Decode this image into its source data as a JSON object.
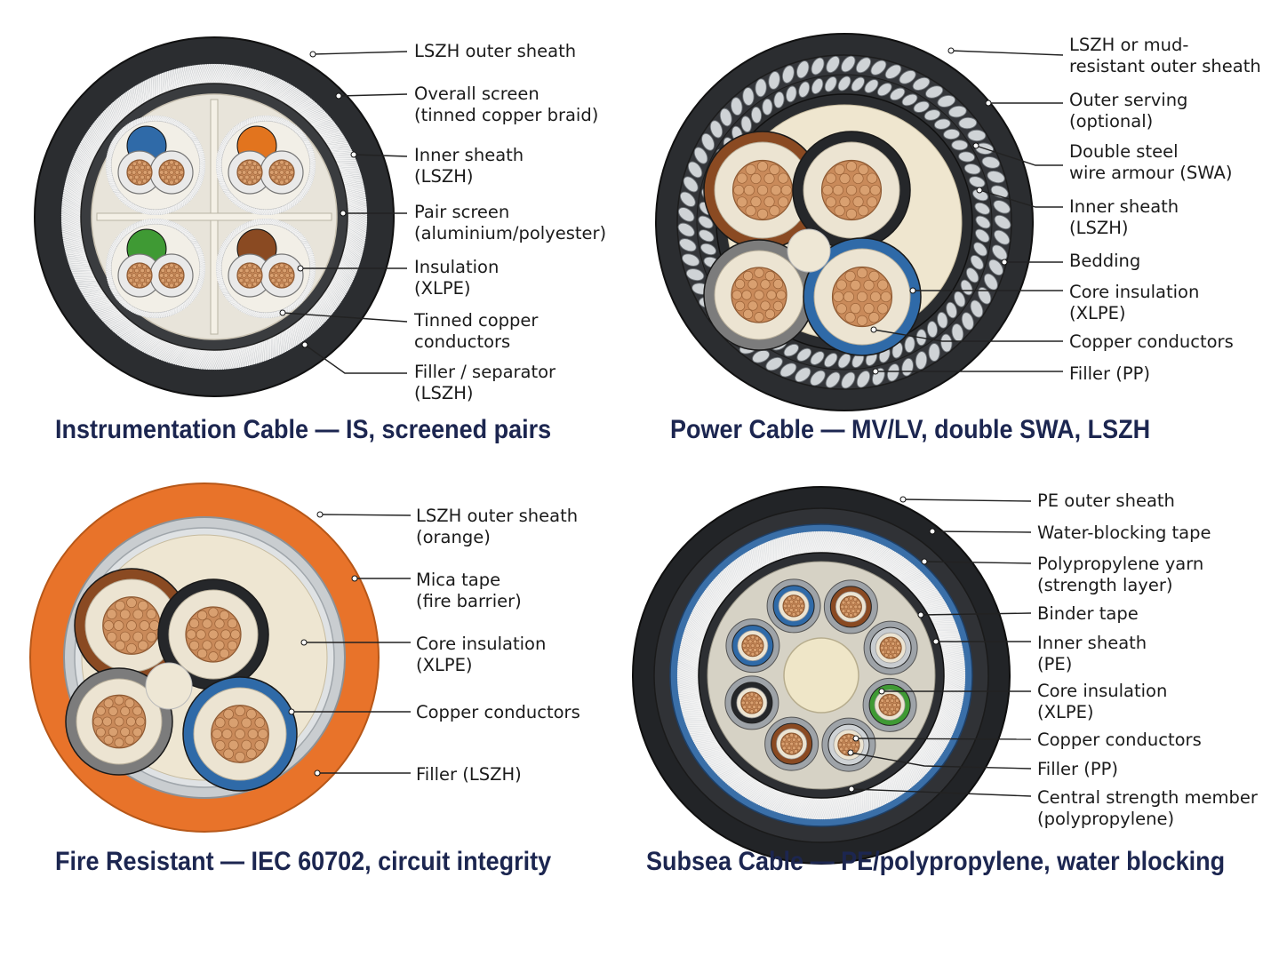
{
  "panels": [
    {
      "title": "Instrumentation Cable — IS, screened pairs",
      "labels": [
        {
          "lines": [
            "LSZH outer sheath"
          ]
        },
        {
          "lines": [
            "Overall screen",
            "(tinned copper braid)"
          ]
        },
        {
          "lines": [
            "Inner sheath",
            "(LSZH)"
          ]
        },
        {
          "lines": [
            "Pair screen",
            "(aluminium/polyester)"
          ]
        },
        {
          "lines": [
            "Insulation",
            "(XLPE)"
          ]
        },
        {
          "lines": [
            "Tinned copper",
            "conductors"
          ]
        },
        {
          "lines": [
            "Filler / separator",
            "(LSZH)"
          ]
        }
      ]
    },
    {
      "title": "Power Cable — MV/LV, double SWA, LSZH",
      "labels": [
        {
          "lines": [
            "LSZH or mud-",
            "resistant outer sheath"
          ]
        },
        {
          "lines": [
            "Outer serving",
            "(optional)"
          ]
        },
        {
          "lines": [
            "Double steel",
            "wire armour (SWA)"
          ]
        },
        {
          "lines": [
            "Inner sheath",
            "(LSZH)"
          ]
        },
        {
          "lines": [
            "Bedding"
          ]
        },
        {
          "lines": [
            "Core insulation",
            "(XLPE)"
          ]
        },
        {
          "lines": [
            "Copper conductors"
          ]
        },
        {
          "lines": [
            "Filler (PP)"
          ]
        }
      ]
    },
    {
      "title": "Fire Resistant — IEC 60702, circuit integrity",
      "labels": [
        {
          "lines": [
            "LSZH outer sheath",
            "(orange)"
          ]
        },
        {
          "lines": [
            "Mica tape",
            "(fire barrier)"
          ]
        },
        {
          "lines": [
            "Core insulation",
            "(XLPE)"
          ]
        },
        {
          "lines": [
            "Copper conductors"
          ]
        },
        {
          "lines": [
            "Filler (LSZH)"
          ]
        }
      ]
    },
    {
      "title": "Subsea Cable — PE/polypropylene, water blocking",
      "labels": [
        {
          "lines": [
            "PE outer sheath"
          ]
        },
        {
          "lines": [
            "Water-blocking tape"
          ]
        },
        {
          "lines": [
            "Polypropylene yarn",
            "(strength layer)"
          ]
        },
        {
          "lines": [
            "Binder tape"
          ]
        },
        {
          "lines": [
            "Inner sheath",
            "(PE)"
          ]
        },
        {
          "lines": [
            "Core insulation",
            "(XLPE)"
          ]
        },
        {
          "lines": [
            "Copper conductors"
          ]
        },
        {
          "lines": [
            "Filler (PP)"
          ]
        },
        {
          "lines": [
            "Central strength member",
            "(polypropylene)"
          ]
        }
      ]
    }
  ],
  "colors": {
    "title": "#1c2650",
    "sheath_black": "#2b2d30",
    "sheath_orange": "#e8732a",
    "copper": "#c98a5a",
    "insulation": "#ece4d2",
    "blue": "#2f6aa8",
    "brown": "#8a4a22",
    "green": "#3f9a34",
    "orange_pair": "#e2741e",
    "grey": "#7c7c7c"
  }
}
